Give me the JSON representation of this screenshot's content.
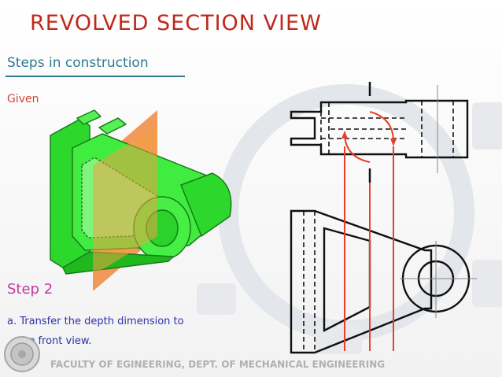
{
  "slide": {
    "title": "REVOLVED  SECTION  VIEW",
    "subtitle": "Steps in construction",
    "given_label": "Given",
    "step_label": "Step 2",
    "instruction_line1": "a.  Transfer the depth dimension to",
    "instruction_line2": "the front view.",
    "footer": "FACULTY  OF EGINEERING, DEPT. OF MECHANICAL ENGINEERING"
  },
  "colors": {
    "title": "#c0281c",
    "subtitle": "#2d7a93",
    "given": "#d2453d",
    "step": "#c33aa0",
    "instruction": "#2f33a8",
    "part_green": "#3ee83e",
    "cutting_plane": "#f0883c",
    "projection_lines": "#e8402a"
  },
  "icons": {
    "seal": "university-seal-icon",
    "watermark": "gear-watermark-icon"
  }
}
